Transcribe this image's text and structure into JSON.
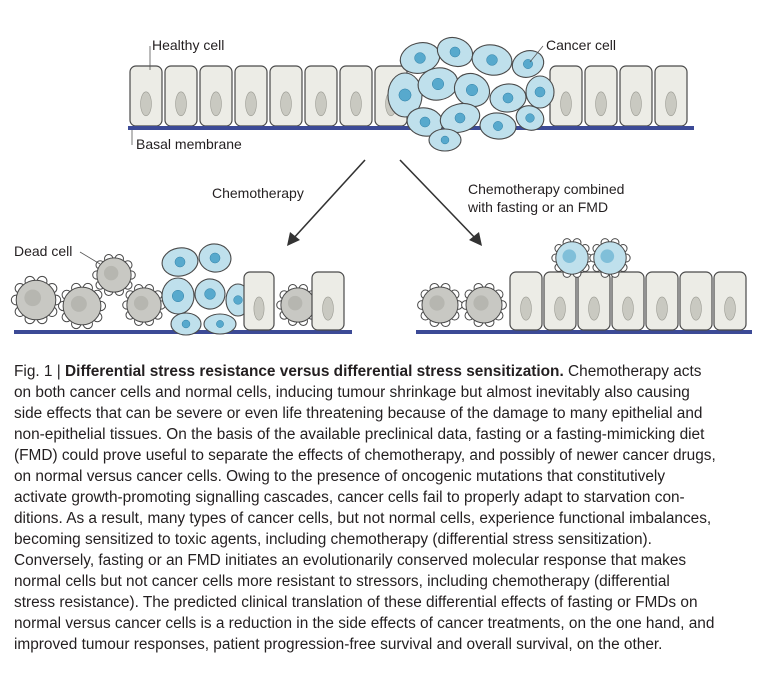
{
  "figure": {
    "labels": {
      "healthy_cell": "Healthy cell",
      "cancer_cell": "Cancer cell",
      "basal_membrane": "Basal membrane",
      "chemotherapy": "Chemotherapy",
      "chemo_fasting_line1": "Chemotherapy combined",
      "chemo_fasting_line2": "with fasting or an FMD",
      "dead_cell": "Dead cell"
    },
    "colors": {
      "healthy_fill": "#ecece6",
      "nucleus": "#c9c9c1",
      "cancer_fill": "#bfe0ec",
      "cancer_nucleus": "#57a9cd",
      "membrane": "#3c4a96",
      "dead_fill": "#c8c8c3"
    }
  },
  "caption": {
    "prefix": "Fig. 1 | ",
    "title": "Differential stress resistance versus differential stress sensitization.",
    "lines": [
      " Chemotherapy acts",
      "on both cancer cells and normal cells, inducing tumour shrinkage but almost inevitably also causing",
      "side effects that can be severe or even life threatening because of the damage to many epithelial and",
      "non-epithelial tissues. On the basis of the available preclinical data, fasting or a fasting-mimicking diet",
      "(FMD) could prove useful to separate the effects of chemotherapy, and possibly of newer cancer drugs,",
      "on normal versus cancer cells. Owing to the presence of oncogenic mutations that constitutively",
      "activate growth-promoting signalling cascades, cancer cells fail to properly adapt to starvation con-",
      "ditions. As a result, many types of cancer cells, but not normal cells, experience functional imbalances,",
      "becoming sensitized to toxic agents, including chemotherapy (differential stress sensitization).",
      "Conversely, fasting or an FMD initiates an evolutionarily conserved molecular response that makes",
      "normal cells but not cancer cells more resistant to stressors, including chemotherapy (differential",
      "stress resistance). The predicted clinical translation of these differential effects of fasting or FMDs on",
      "normal versus cancer cells is a reduction in the side effects of cancer treatments, on the one hand, and",
      "improved tumour responses, patient progression-free survival and overall survival, on the other."
    ]
  }
}
